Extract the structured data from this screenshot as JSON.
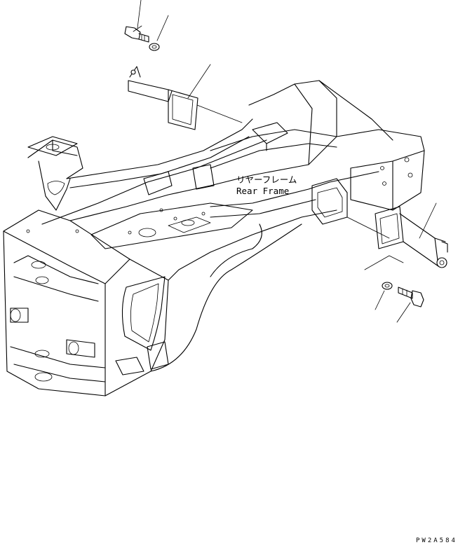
{
  "labels": {
    "frame_jp": "リヤーフレーム",
    "frame_en": "Rear Frame",
    "drawing_code": "PW2A584"
  },
  "parts": {
    "top_bolt_icon": "hex-bolt-icon",
    "top_washer_icon": "washer-icon",
    "bottom_bolt_icon": "hex-bolt-icon",
    "bottom_washer_icon": "washer-icon",
    "left_bracket_icon": "mounting-bracket-icon",
    "right_bracket_icon": "mounting-bracket-icon"
  }
}
